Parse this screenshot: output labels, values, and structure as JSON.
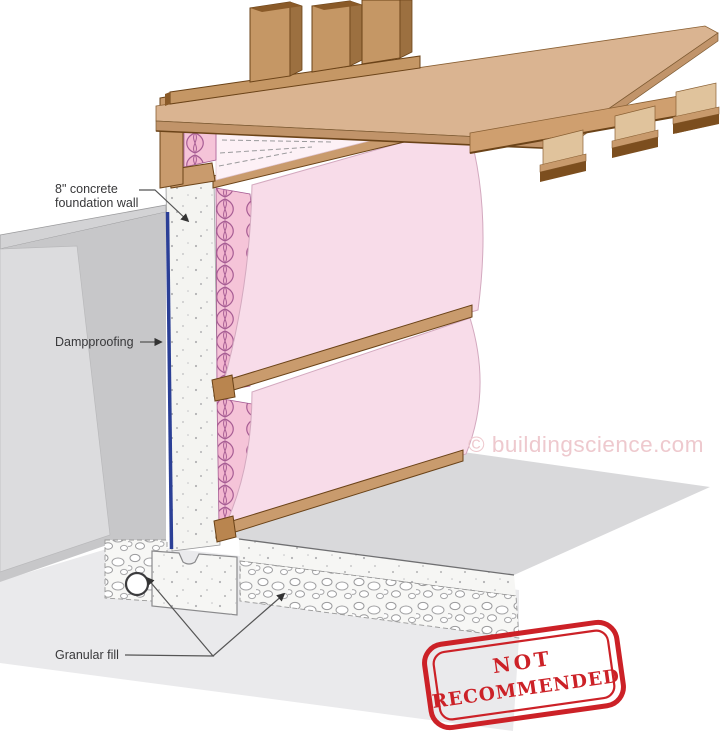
{
  "labels": {
    "foundation_wall": {
      "line1": "8\" concrete",
      "line2": "foundation wall"
    },
    "dampproofing": "Dampproofing",
    "granular_fill": "Granular fill"
  },
  "watermark": "© buildingscience.com",
  "stamp": {
    "line1": "NOT",
    "line2": "RECOMMENDED"
  },
  "colors": {
    "stamp_red": "#cc2127",
    "watermark_pink": "#eec9ce",
    "dampproofing_blue": "#2b3f96",
    "blanket_pink": "#f8dce9",
    "batt_pink": "#f5c4d8",
    "wood_tan": "#d9b38c",
    "concrete_white": "#f4f4f1",
    "soil_gray": "#c7c7c9"
  }
}
